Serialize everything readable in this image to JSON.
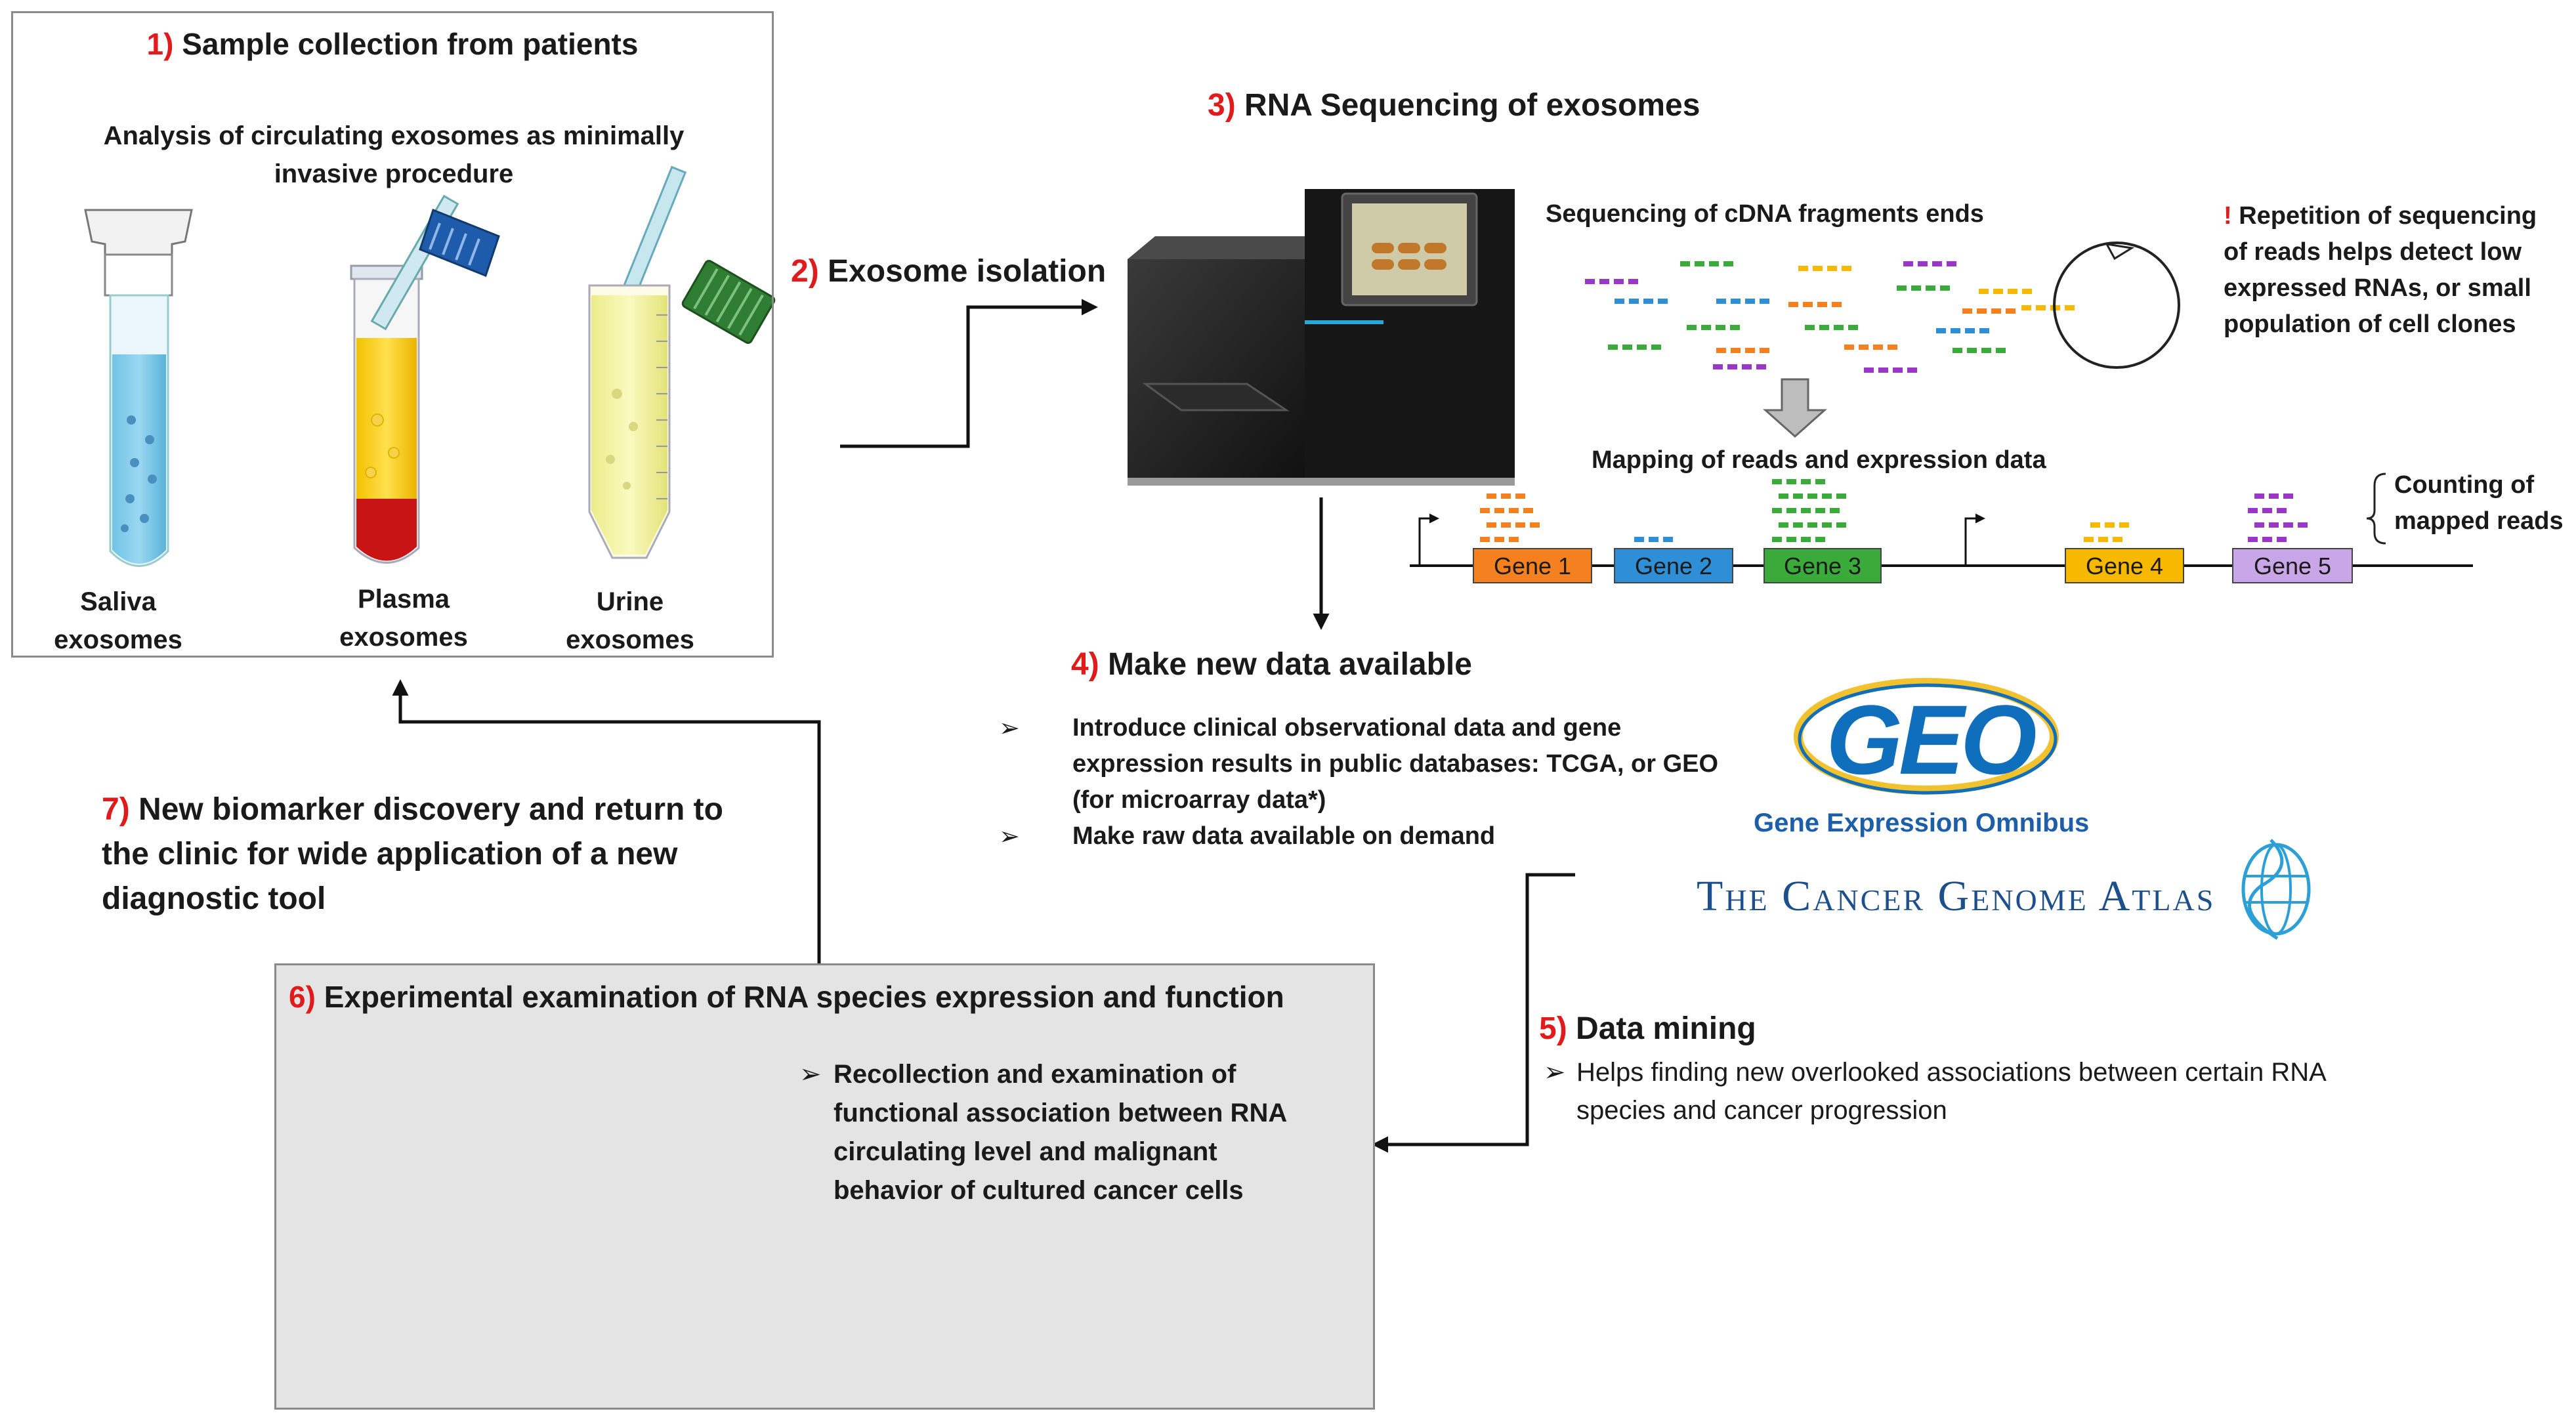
{
  "step1": {
    "num": "1)",
    "title": "Sample collection from patients",
    "subtitle": "Analysis of circulating exosomes as minimally invasive procedure",
    "labels": [
      "Saliva exosomes",
      "Plasma exosomes",
      "Urine exosomes"
    ]
  },
  "step2": {
    "num": "2)",
    "title": "Exosome isolation"
  },
  "step3": {
    "num": "3)",
    "title": "RNA Sequencing of exosomes",
    "sequencing_label": "Sequencing of cDNA fragments ends",
    "note_mark": "!",
    "note": "Repetition of sequencing of reads helps detect low expressed RNAs, or small population of cell clones",
    "mapping_label": "Mapping of reads and expression data",
    "counting_label": "Counting of mapped reads",
    "genes": [
      "Gene 1",
      "Gene 2",
      "Gene 3",
      "Gene 4",
      "Gene 5"
    ],
    "gene_colors": [
      "#f4801f",
      "#2e8fd6",
      "#3aab3a",
      "#f7b800",
      "#c9a6e8"
    ],
    "read_colors": [
      "#f4801f",
      "#2e8fd6",
      "#3aab3a",
      "#f7b800",
      "#9b37c8"
    ]
  },
  "step4": {
    "num": "4)",
    "title": "Make new data available",
    "bullets": [
      "Introduce clinical observational data and gene expression results in public databases: TCGA, or GEO (for microarray data*)",
      "Make raw data available on demand"
    ]
  },
  "logos": {
    "geo_word": "GEO",
    "geo_caption": "Gene Expression Omnibus",
    "tcga_caption": "The Cancer Genome Atlas"
  },
  "step5": {
    "num": "5)",
    "title": "Data mining",
    "bullet": "Helps finding new overlooked associations between certain RNA species and cancer progression"
  },
  "step6": {
    "num": "6)",
    "title": "Experimental examination of RNA species expression and function",
    "bullet": "Recollection and examination of functional association between RNA circulating level and malignant behavior of cultured cancer cells"
  },
  "step7": {
    "num": "7)",
    "title": "New biomarker discovery and return to the clinic for wide application of a new diagnostic tool"
  },
  "colors": {
    "step_number": "#e01b1b",
    "panel_bg": "#e4e4e4",
    "panel_border": "#8a8a8a",
    "geo_blue": "#0f6fbd",
    "geo_gold": "#f2c12e",
    "tcga_blue": "#1c4f8c"
  }
}
